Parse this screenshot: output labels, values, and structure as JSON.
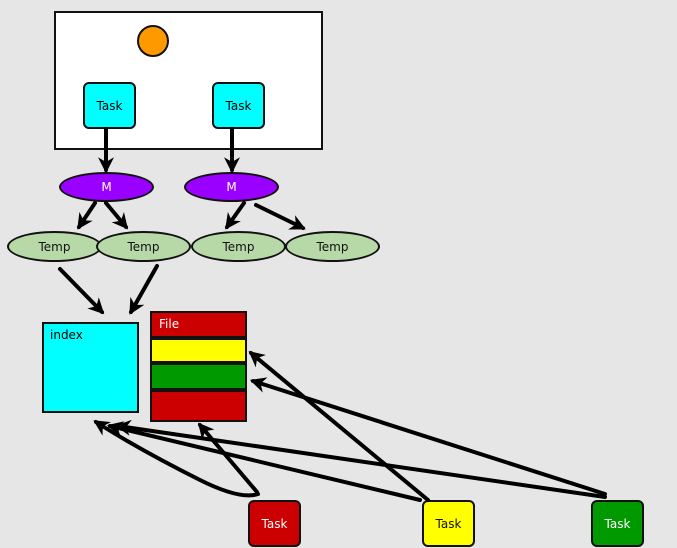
{
  "diagram": {
    "container": {},
    "status_circle": {
      "color": "#ff9900"
    },
    "top_tasks": [
      {
        "label": "Task",
        "color": "#00ffff"
      },
      {
        "label": "Task",
        "color": "#00ffff"
      }
    ],
    "mappers": [
      {
        "label": "M",
        "color": "#9900ff"
      },
      {
        "label": "M",
        "color": "#9900ff"
      }
    ],
    "temps": [
      {
        "label": "Temp"
      },
      {
        "label": "Temp"
      },
      {
        "label": "Temp"
      },
      {
        "label": "Temp"
      }
    ],
    "index": {
      "label": "index",
      "color": "#00ffff"
    },
    "file": {
      "label": "File",
      "segments": [
        {
          "color": "#cc0000"
        },
        {
          "color": "#ffff00"
        },
        {
          "color": "#009900"
        },
        {
          "color": "#cc0000"
        }
      ]
    },
    "bottom_tasks": [
      {
        "label": "Task",
        "color": "#cc0000",
        "text_color": "#ffffff"
      },
      {
        "label": "Task",
        "color": "#ffff00",
        "text_color": "#111111"
      },
      {
        "label": "Task",
        "color": "#009900",
        "text_color": "#ffffff"
      }
    ]
  }
}
